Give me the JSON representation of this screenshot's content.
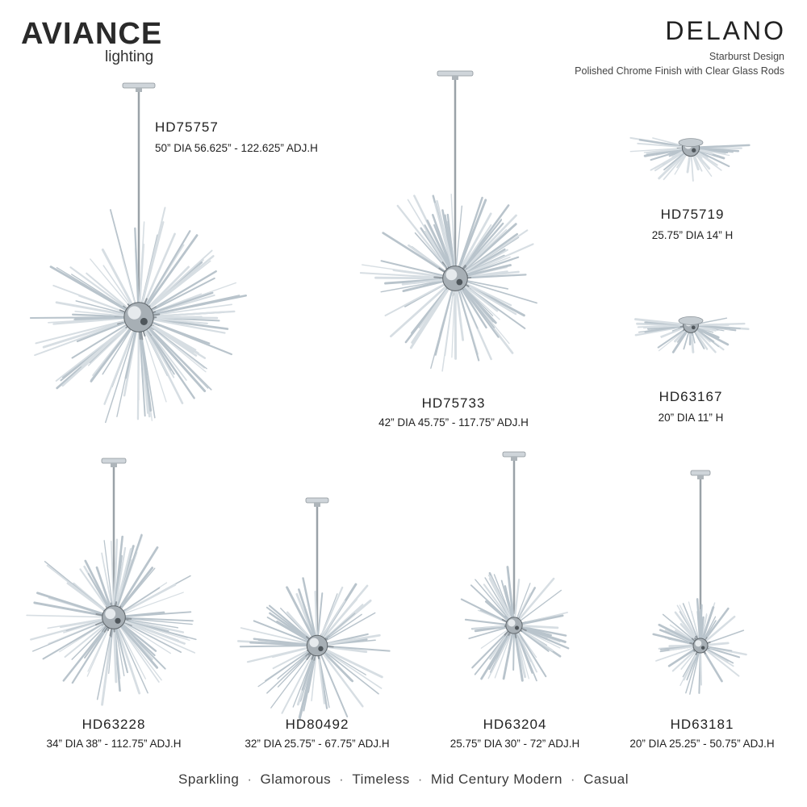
{
  "brand": {
    "name": "AVIANCE",
    "sub": "lighting"
  },
  "collection": {
    "title": "DELANO",
    "taglines": [
      "Starburst Design",
      "Polished Chrome Finish with Clear Glass Rods"
    ]
  },
  "products": [
    {
      "code": "HD75757",
      "dims": "50” DIA  56.625” - 122.625” ADJ.H"
    },
    {
      "code": "HD75733",
      "dims": "42” DIA  45.75” - 117.75” ADJ.H"
    },
    {
      "code": "HD75719",
      "dims": "25.75” DIA  14” H"
    },
    {
      "code": "HD63167",
      "dims": "20” DIA  11” H"
    },
    {
      "code": "HD63228",
      "dims": "34” DIA  38” - 112.75” ADJ.H"
    },
    {
      "code": "HD80492",
      "dims": "32” DIA  25.75” - 67.75” ADJ.H"
    },
    {
      "code": "HD63204",
      "dims": "25.75” DIA  30” - 72” ADJ.H"
    },
    {
      "code": "HD63181",
      "dims": "20” DIA  25.25” - 50.75” ADJ.H"
    }
  ],
  "footer": {
    "words": [
      "Sparkling",
      "Glamorous",
      "Timeless",
      "Mid Century Modern",
      "Casual"
    ],
    "separator": "·"
  }
}
